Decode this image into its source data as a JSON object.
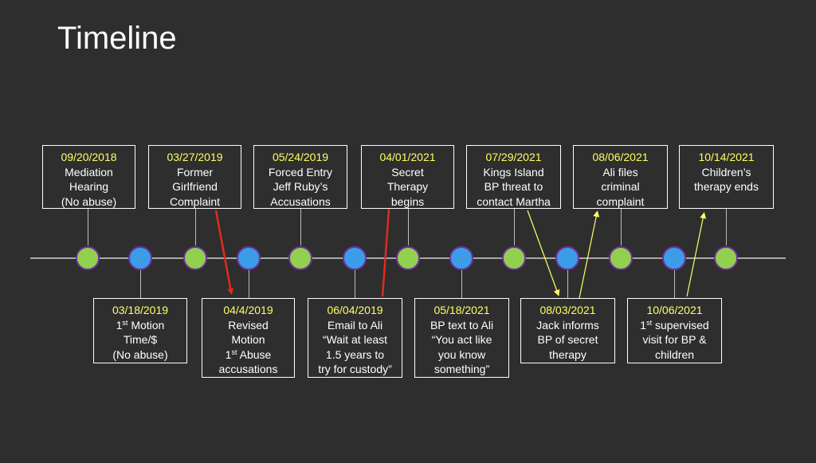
{
  "title": "Timeline",
  "colors": {
    "background": "#2e2e2e",
    "date_text": "#ffff66",
    "green_marker": "#92d050",
    "blue_marker": "#3b9de8",
    "red_arrow": "#e02b20",
    "yellow_arrow": "#ffff66"
  },
  "events_top": [
    {
      "date": "09/20/2018",
      "lines": [
        "Mediation",
        "Hearing",
        "(No abuse)"
      ]
    },
    {
      "date": "03/27/2019",
      "lines": [
        "Former",
        "Girlfriend",
        "Complaint"
      ]
    },
    {
      "date": "05/24/2019",
      "lines": [
        "Forced Entry",
        "Jeff Ruby’s",
        "Accusations"
      ]
    },
    {
      "date": "04/01/2021",
      "lines": [
        "Secret",
        "Therapy",
        "begins"
      ]
    },
    {
      "date": "07/29/2021",
      "lines": [
        "Kings Island",
        "BP threat to",
        "contact Martha"
      ]
    },
    {
      "date": "08/06/2021",
      "lines": [
        "Ali files",
        "criminal",
        "complaint"
      ]
    },
    {
      "date": "10/14/2021",
      "lines": [
        "Children’s",
        "therapy ends"
      ]
    }
  ],
  "events_bottom": [
    {
      "date": "03/18/2019",
      "l1_pre": "1",
      "l1_sup": "st",
      "l1_post": " Motion",
      "lines": [
        "Time/$",
        "(No abuse)"
      ]
    },
    {
      "date": "04/4/2019",
      "lines": [
        "Revised",
        "Motion"
      ],
      "l3_pre": "1",
      "l3_sup": "st",
      "l3_post": " Abuse",
      "l4": "accusations"
    },
    {
      "date": "06/04/2019",
      "lines": [
        "Email to Ali",
        "“Wait at least",
        "1.5 years to",
        "try for custody”"
      ]
    },
    {
      "date": "05/18/2021",
      "lines": [
        "BP text to Ali",
        "“You act like",
        "you know",
        "something”"
      ]
    },
    {
      "date": "08/03/2021",
      "lines": [
        "Jack informs",
        "BP of secret",
        "therapy"
      ]
    },
    {
      "date": "10/06/2021",
      "l1_pre": "1",
      "l1_sup": "st",
      "l1_post": " supervised",
      "lines": [
        "visit for BP &",
        "children"
      ]
    }
  ]
}
